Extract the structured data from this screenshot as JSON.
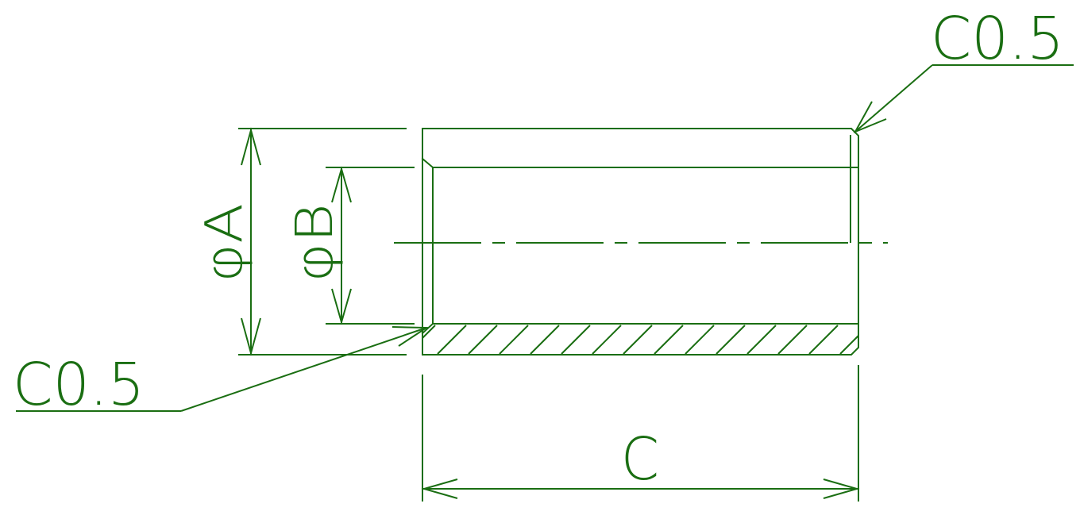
{
  "labels": {
    "chamfer_top": "C0.5",
    "chamfer_bottom": "C0.5",
    "dim_outer_diameter": "φA",
    "dim_inner_diameter": "φB",
    "dim_length": "C"
  },
  "colors": {
    "line": "#1a6e12",
    "background": "#ffffff"
  }
}
